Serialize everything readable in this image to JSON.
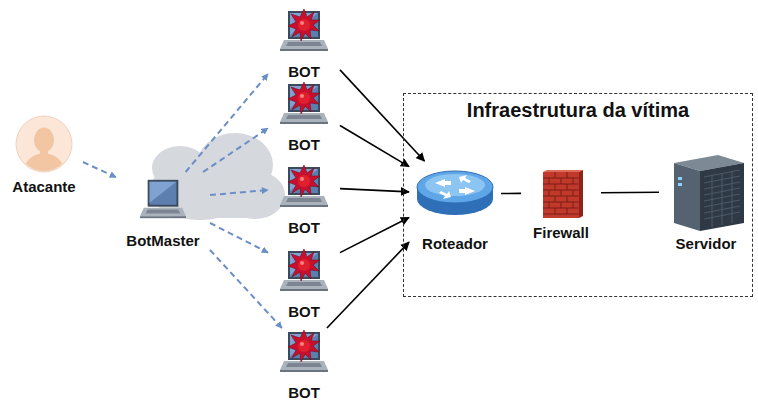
{
  "diagram": {
    "nodes": [
      {
        "text": [
          "Atacante"
        ]
      },
      {
        "text": [
          "BotMaster"
        ]
      },
      {
        "text": [
          "BOT"
        ]
      },
      {
        "text": [
          "BOT"
        ]
      },
      {
        "text": [
          "BOT"
        ]
      },
      {
        "text": [
          "BOT"
        ]
      },
      {
        "text": [
          "BOT"
        ]
      },
      {
        "text": [
          "Infraestrutura da vítima"
        ]
      },
      {
        "text": [
          "Roteador"
        ],
        "in": 7
      },
      {
        "text": [
          "Firewall"
        ],
        "in": 7
      },
      {
        "text": [
          "Servidor"
        ],
        "in": 7
      }
    ],
    "edges": [
      {
        "from": 0,
        "to": 1,
        "arrow": "to"
      },
      {
        "from": 1,
        "to": 2,
        "arrow": "to"
      },
      {
        "from": 1,
        "to": 3,
        "arrow": "to"
      },
      {
        "from": 1,
        "to": 4,
        "arrow": "to"
      },
      {
        "from": 1,
        "to": 5,
        "arrow": "to"
      },
      {
        "from": 1,
        "to": 6,
        "arrow": "to"
      },
      {
        "from": 2,
        "to": 8,
        "arrow": "to"
      },
      {
        "from": 3,
        "to": 8,
        "arrow": "to"
      },
      {
        "from": 4,
        "to": 8,
        "arrow": "to"
      },
      {
        "from": 5,
        "to": 8,
        "arrow": "to"
      },
      {
        "from": 6,
        "to": 8,
        "arrow": "to"
      },
      {
        "from": 8,
        "to": 9,
        "arrow": "none"
      },
      {
        "from": 9,
        "to": 10,
        "arrow": "none"
      }
    ]
  }
}
